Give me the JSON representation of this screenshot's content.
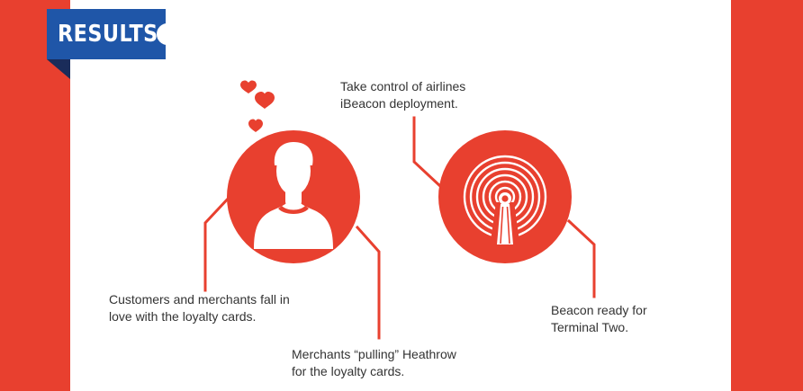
{
  "banner": {
    "title": "RESULTS"
  },
  "callouts": {
    "airlines": [
      "Take control of airlines",
      "iBeacon deployment."
    ],
    "customers": [
      "Customers and merchants fall in",
      "love with the loyalty cards."
    ],
    "merchants": [
      "Merchants “pulling” Heathrow",
      "for the loyalty cards."
    ],
    "beacon": [
      "Beacon ready for",
      "Terminal Two."
    ]
  },
  "icons": {
    "customer": "person-icon",
    "beacon": "beacon-signal-icon",
    "love": "heart-icon"
  },
  "colors": {
    "accent_red": "#e8402f",
    "banner_blue": "#1f56a8",
    "banner_shadow": "#1a2c5a",
    "text": "#333333"
  }
}
